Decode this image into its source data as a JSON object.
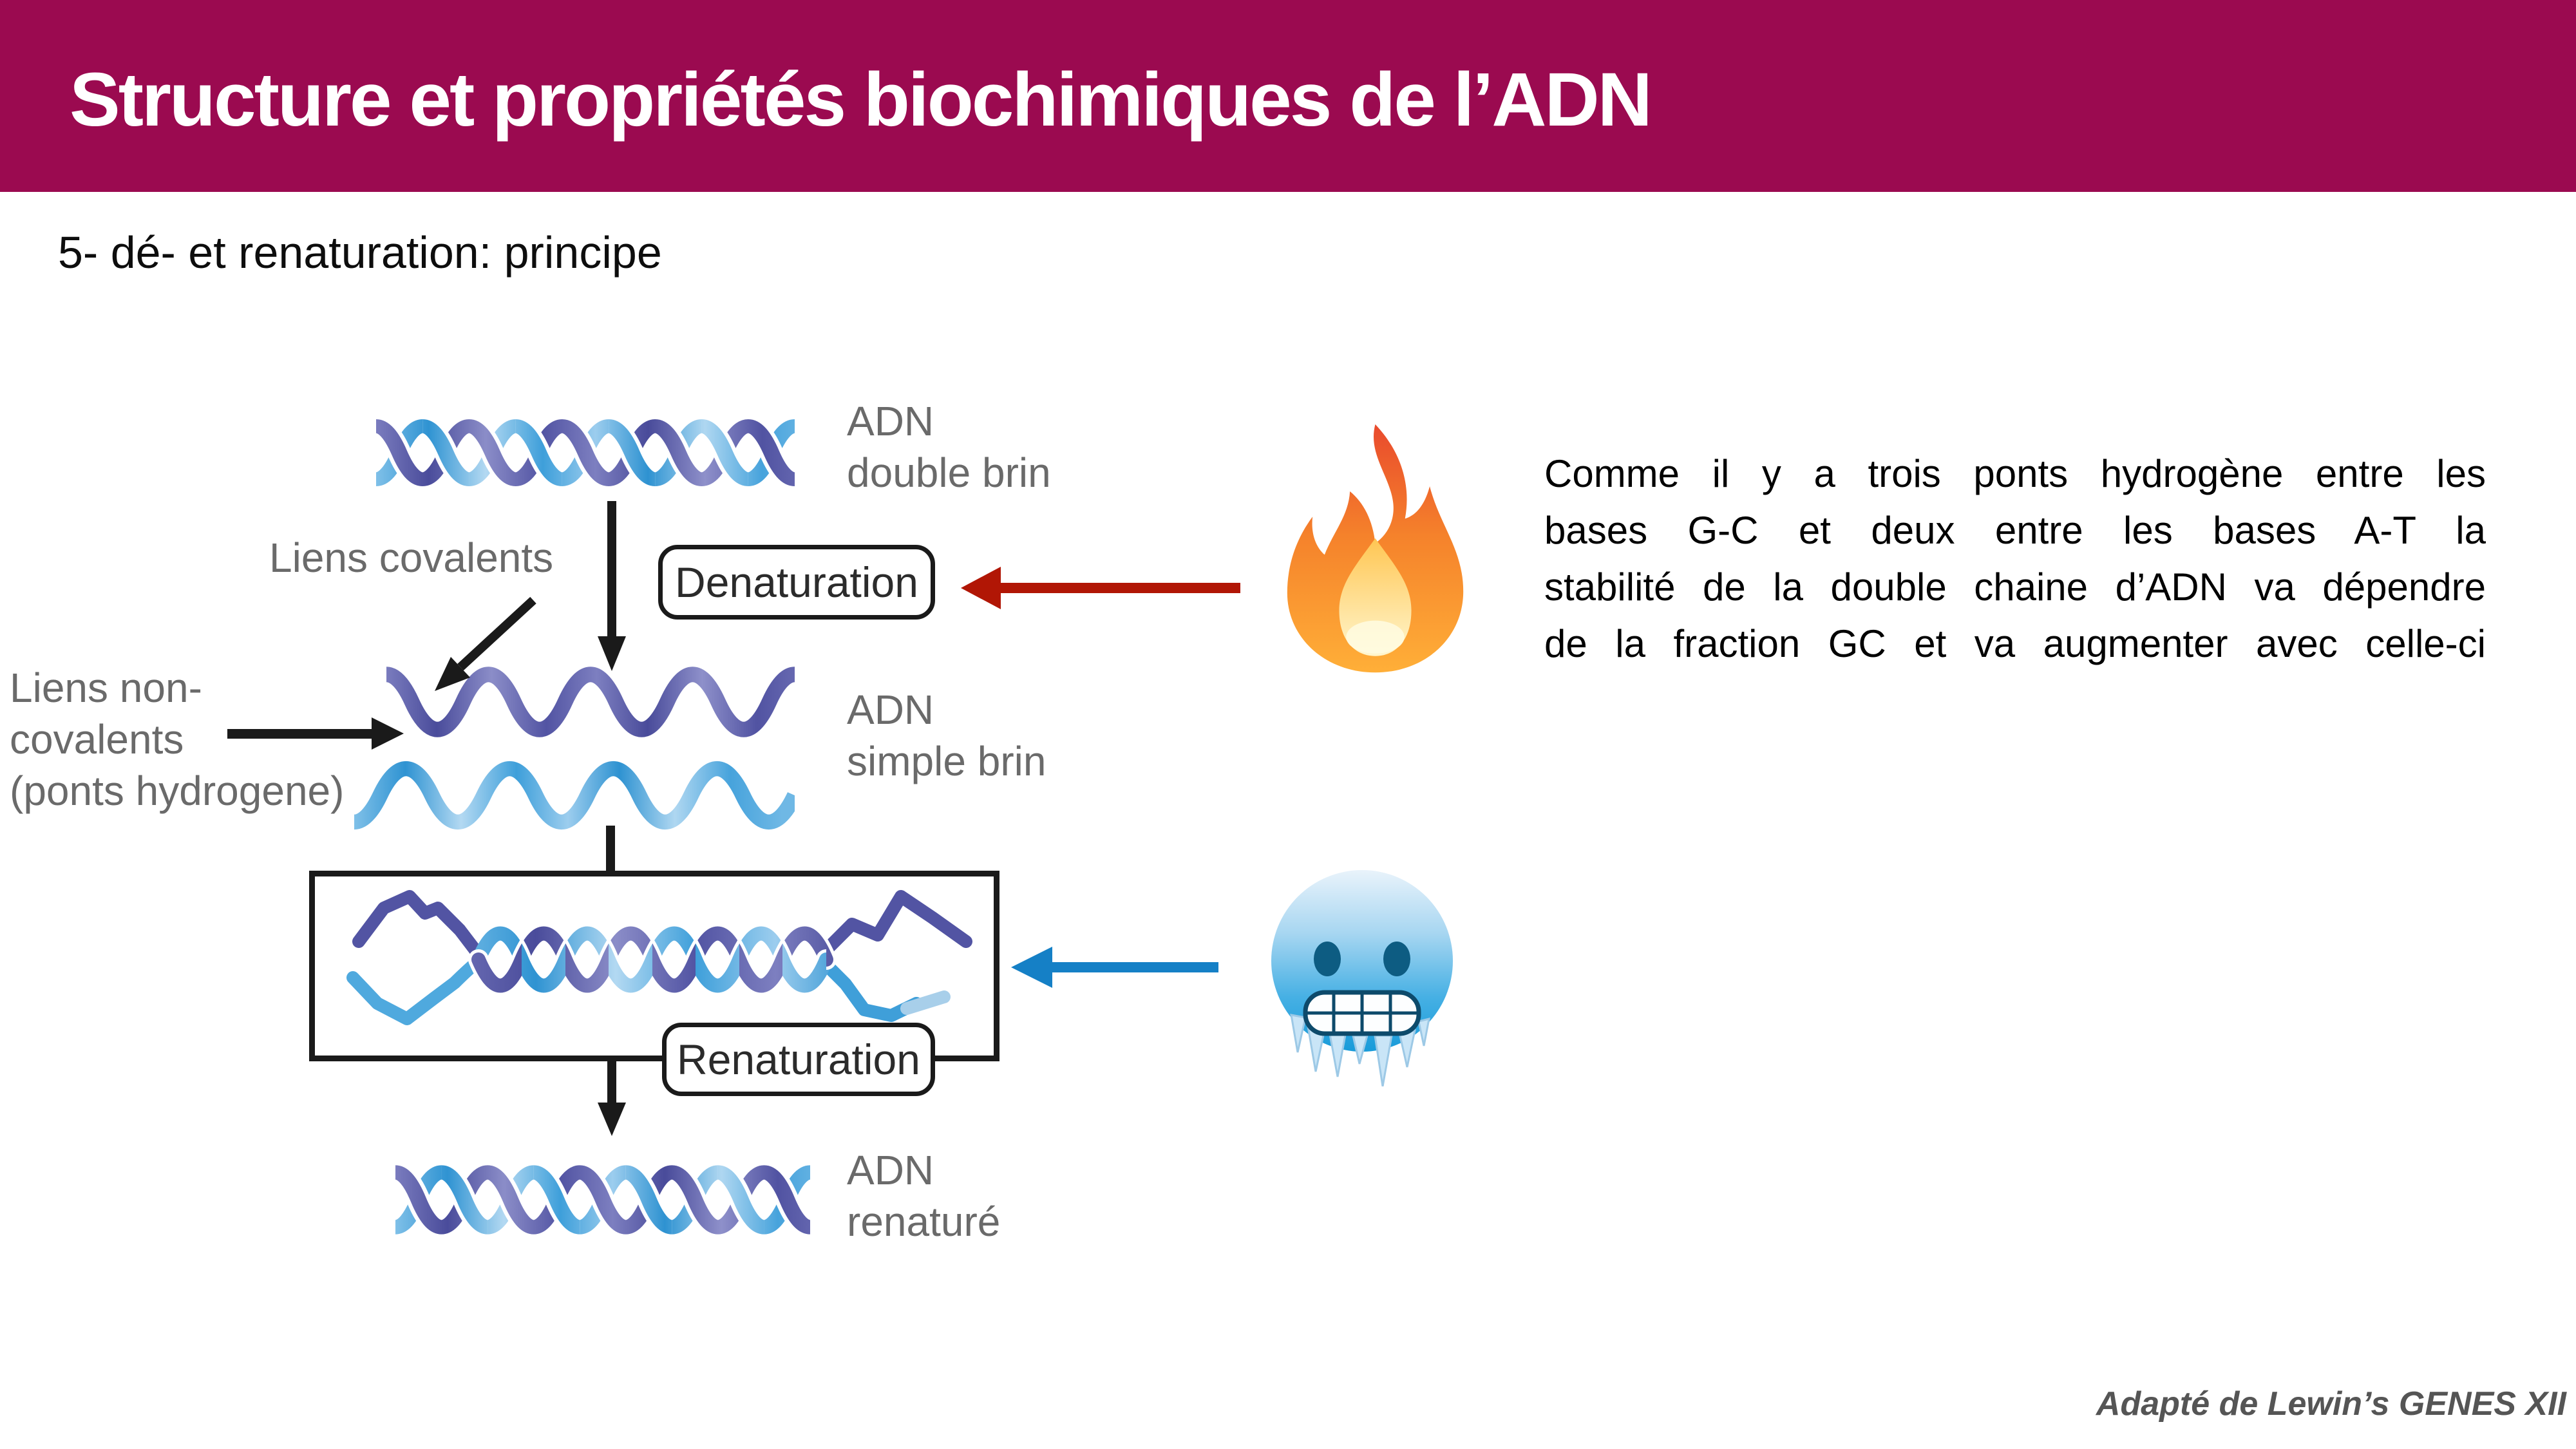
{
  "banner": {
    "title": "Structure et propriétés biochimiques de l’ADN",
    "bg_color": "#9B0A50",
    "text_color": "#FFFFFF"
  },
  "subtitle": "5- dé- et renaturation: principe",
  "diagram": {
    "dna_double_brin": {
      "line1": "ADN",
      "line2": "double brin"
    },
    "liens_covalents_label": "Liens covalents",
    "denaturation_label": "Denaturation",
    "liens_non_covalents": {
      "line1": "Liens non-",
      "line2": "covalents",
      "line3": "(ponts hydrogene)"
    },
    "dna_simple_brin": {
      "line1": "ADN",
      "line2": "simple brin"
    },
    "renaturation_label": "Renaturation",
    "dna_renature": {
      "line1": "ADN",
      "line2": "renaturé"
    },
    "icons": {
      "heat_icon": "fire-emoji",
      "cold_icon": "cold-face-emoji"
    },
    "colors": {
      "strand_purple": "#5254A3",
      "strand_blue": "#3F9FD9",
      "arrow_red": "#B11605",
      "arrow_blue": "#1580C6",
      "arrow_black": "#1A1A1A",
      "label_gray": "#6A6A6A",
      "box_border": "#1A1A1A"
    }
  },
  "note": {
    "lines": [
      "Comme il y a trois ponts hydrogène entre les",
      "bases G-C et deux entre les bases A-T la",
      "stabilité de la double chaine d’ADN va dépendre",
      "de la fraction GC et va augmenter avec celle-ci"
    ]
  },
  "credit": "Adapté de Lewin’s GENES XII"
}
